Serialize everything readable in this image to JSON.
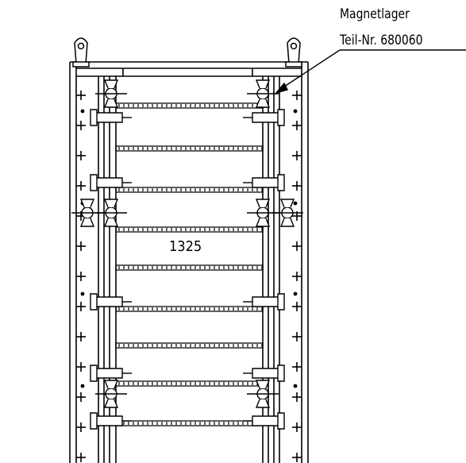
{
  "callout": {
    "name": "Magnetlager",
    "part_number": "Teil-Nr. 680060"
  },
  "dimension": "1325",
  "colors": {
    "line": "#000000",
    "background": "#ffffff"
  }
}
